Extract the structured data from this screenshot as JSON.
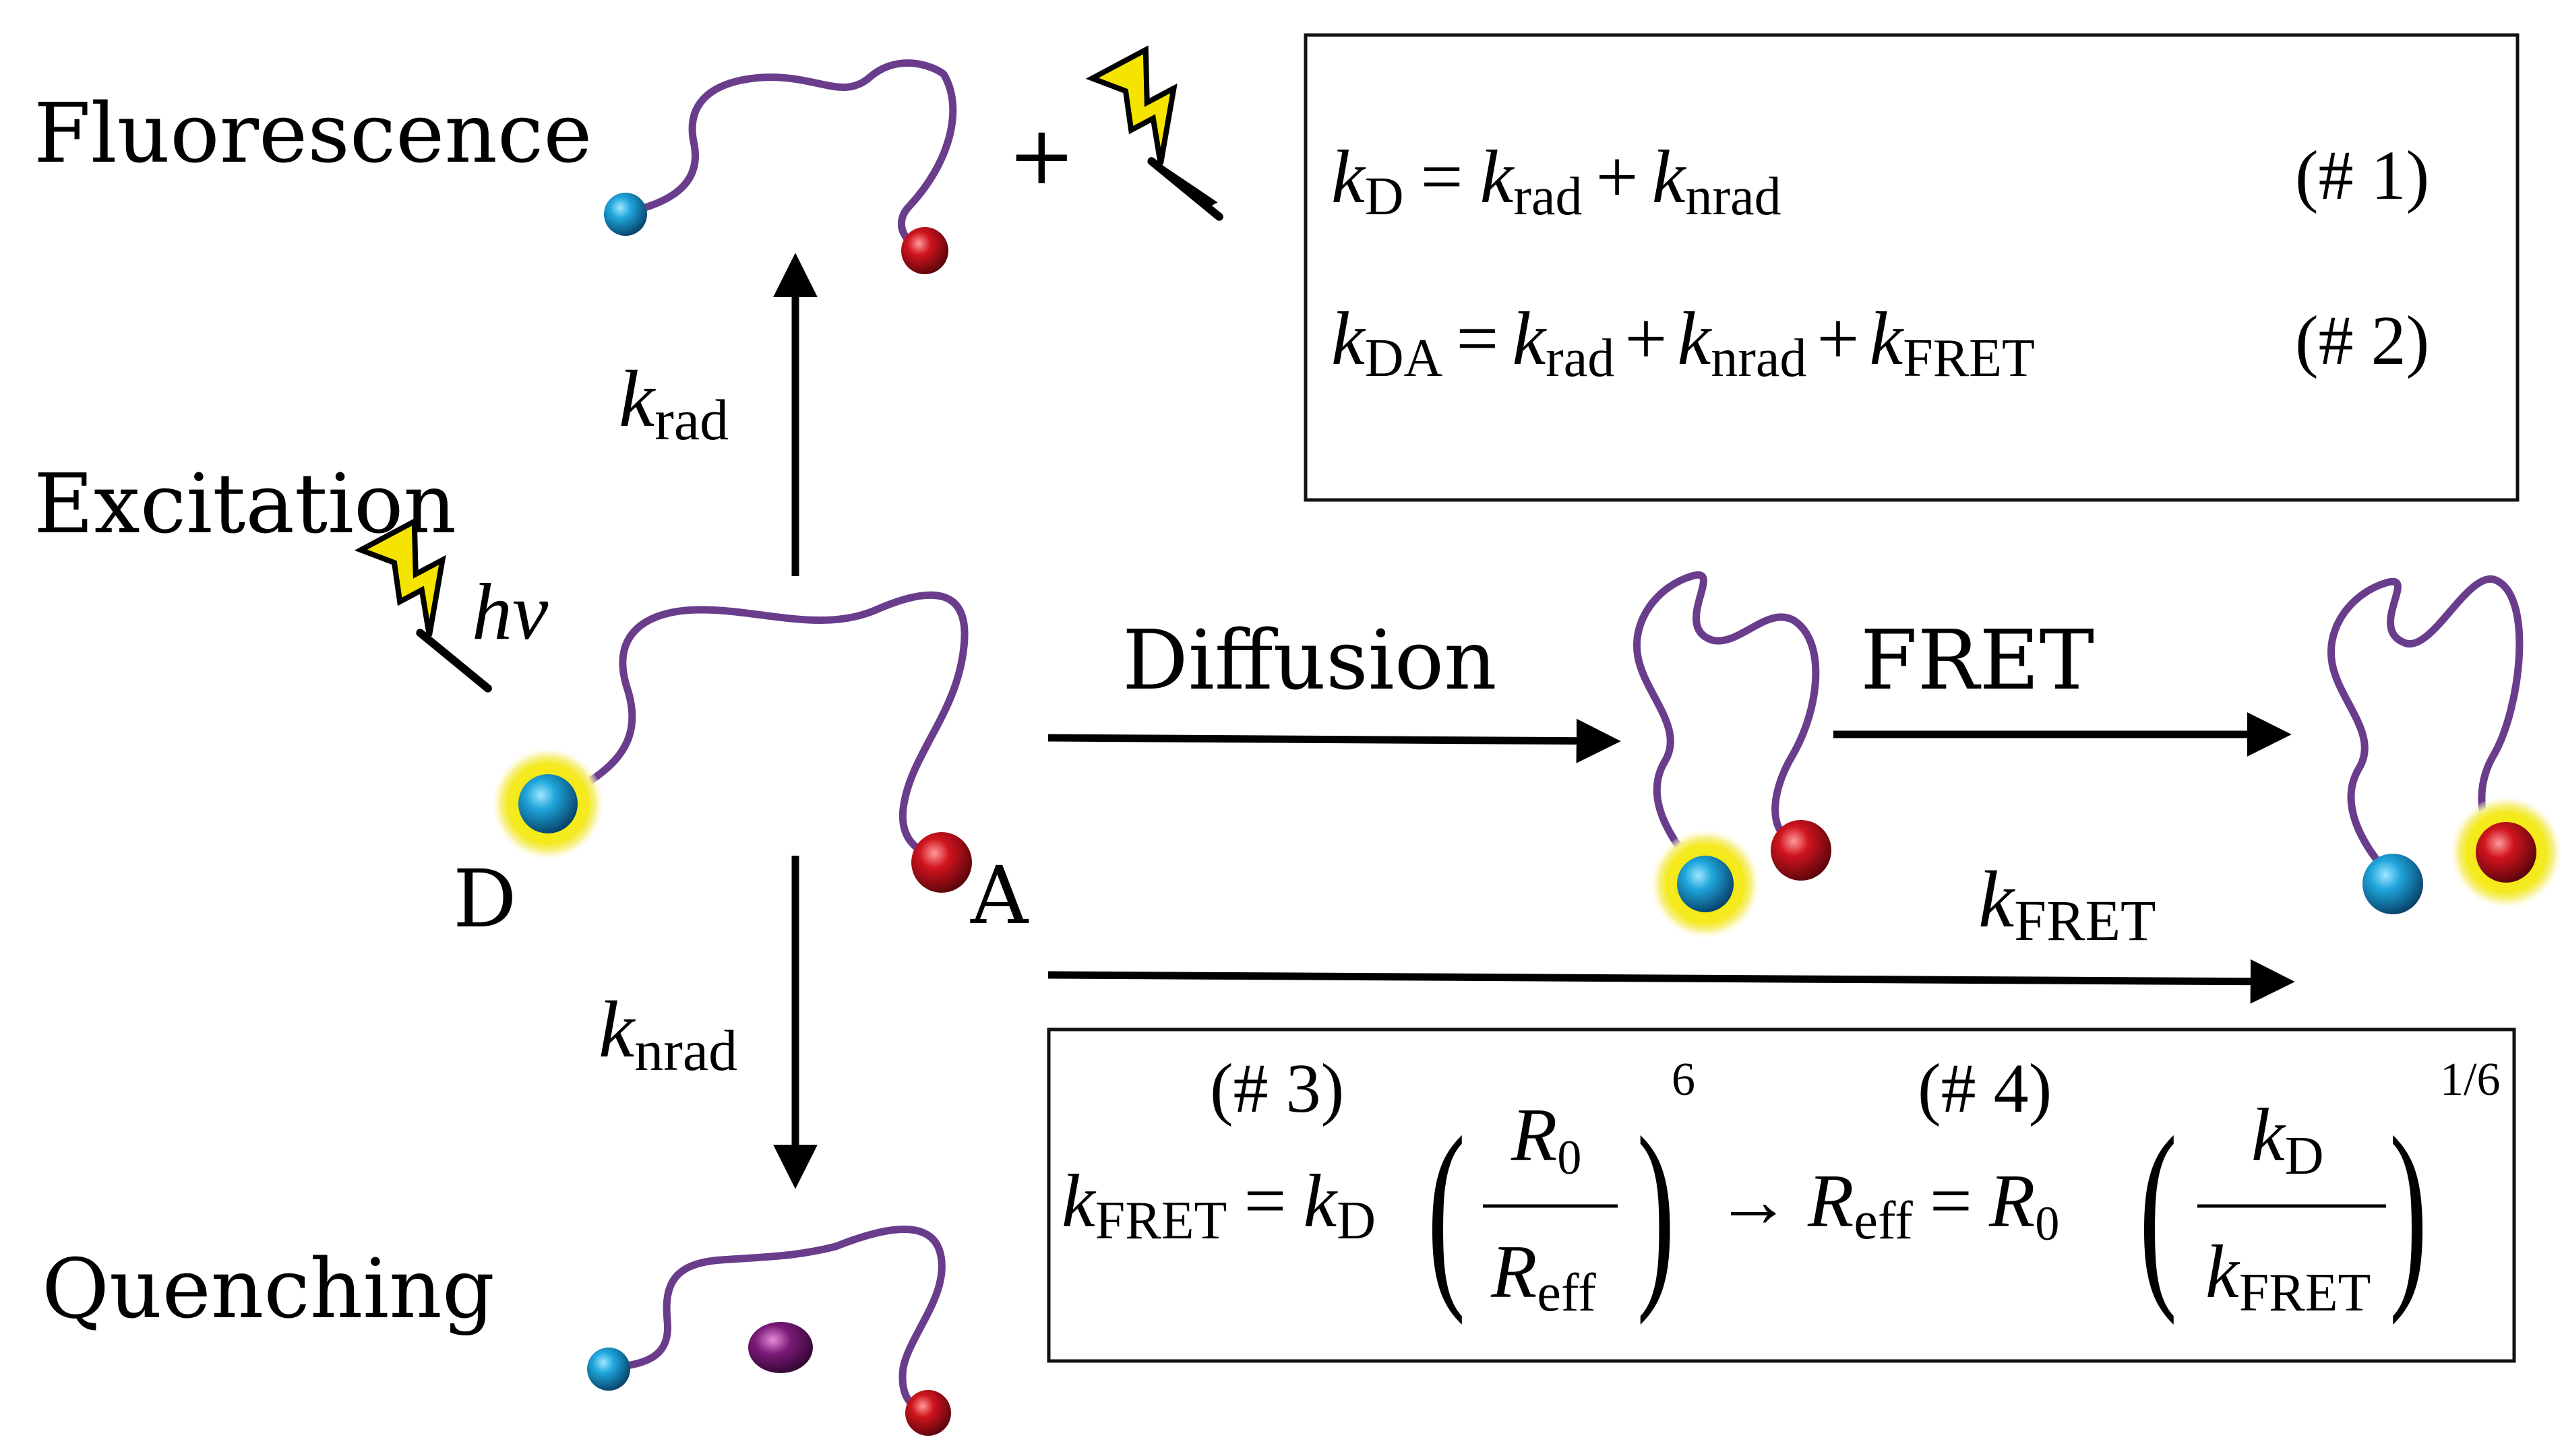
{
  "labels": {
    "fluorescence": "Fluorescence",
    "excitation": "Excitation",
    "quenching": "Quenching",
    "diffusion": "Diffusion",
    "fret": "FRET",
    "donor": "D",
    "acceptor": "A",
    "plus": "+",
    "hv": "hν"
  },
  "rates": {
    "k": "k",
    "rad": "rad",
    "nrad": "nrad",
    "fret": "FRET"
  },
  "equations_top": {
    "eq1": {
      "lhs_k": "k",
      "lhs_sub": "D",
      "eq": "=",
      "t1_k": "k",
      "t1_sub": "rad",
      "plus1": "+",
      "t2_k": "k",
      "t2_sub": "nrad",
      "number": "(# 1)"
    },
    "eq2": {
      "lhs_k": "k",
      "lhs_sub": "DA",
      "eq": "=",
      "t1_k": "k",
      "t1_sub": "rad",
      "plus1": "+",
      "t2_k": "k",
      "t2_sub": "nrad",
      "plus2": "+",
      "t3_k": "k",
      "t3_sub": "FRET",
      "number": "(# 2)"
    }
  },
  "equations_bottom": {
    "eq3_number": "(# 3)",
    "eq4_number": "(# 4)",
    "k": "k",
    "fret_sub": "FRET",
    "d_sub": "D",
    "R": "R",
    "zero_sub": "0",
    "eff_sub": "eff",
    "eq": "=",
    "exp6": "6",
    "exp16": "1/6",
    "arrow": "→",
    "lparen": "(",
    "rparen": ")"
  },
  "colors": {
    "chain": "#6a3d8c",
    "donor": "#1a9ad0",
    "acceptor": "#c8141e",
    "quencher": "#7a1a78",
    "glow": "#f2e600",
    "bolt": "#f4e400"
  },
  "icons": [
    "lightning-bolt-icon",
    "excitation-bolt-icon"
  ]
}
